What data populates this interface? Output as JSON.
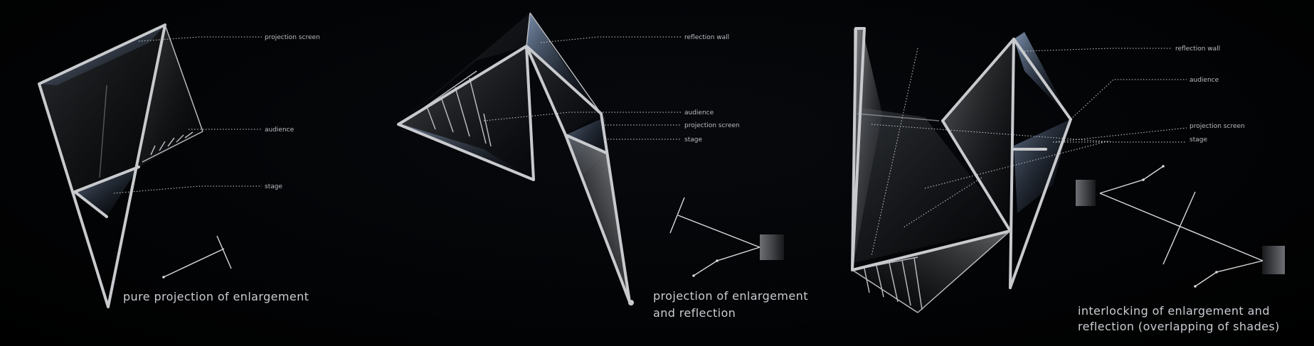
{
  "panels": [
    {
      "caption_lines": [
        "pure projection of enlargement"
      ],
      "labels": {
        "projection_screen": "projection screen",
        "audience": "audience",
        "stage": "stage"
      }
    },
    {
      "caption_lines": [
        "projection of enlargement",
        "and reflection"
      ],
      "labels": {
        "reflection_wall": "reflection wall",
        "audience": "audience",
        "projection_screen": "projection screen",
        "stage": "stage"
      }
    },
    {
      "caption_lines": [
        "interlocking of enlargement and",
        "reflection (overlapping of shades)"
      ],
      "labels": {
        "reflection_wall": "reflection wall",
        "audience": "audience",
        "projection_screen": "projection screen",
        "stage": "stage"
      }
    }
  ],
  "colors": {
    "background": "#000000",
    "frame": "#c8cacd",
    "screen_tint": "#8fa6c8",
    "label": "#b9bcc2"
  }
}
